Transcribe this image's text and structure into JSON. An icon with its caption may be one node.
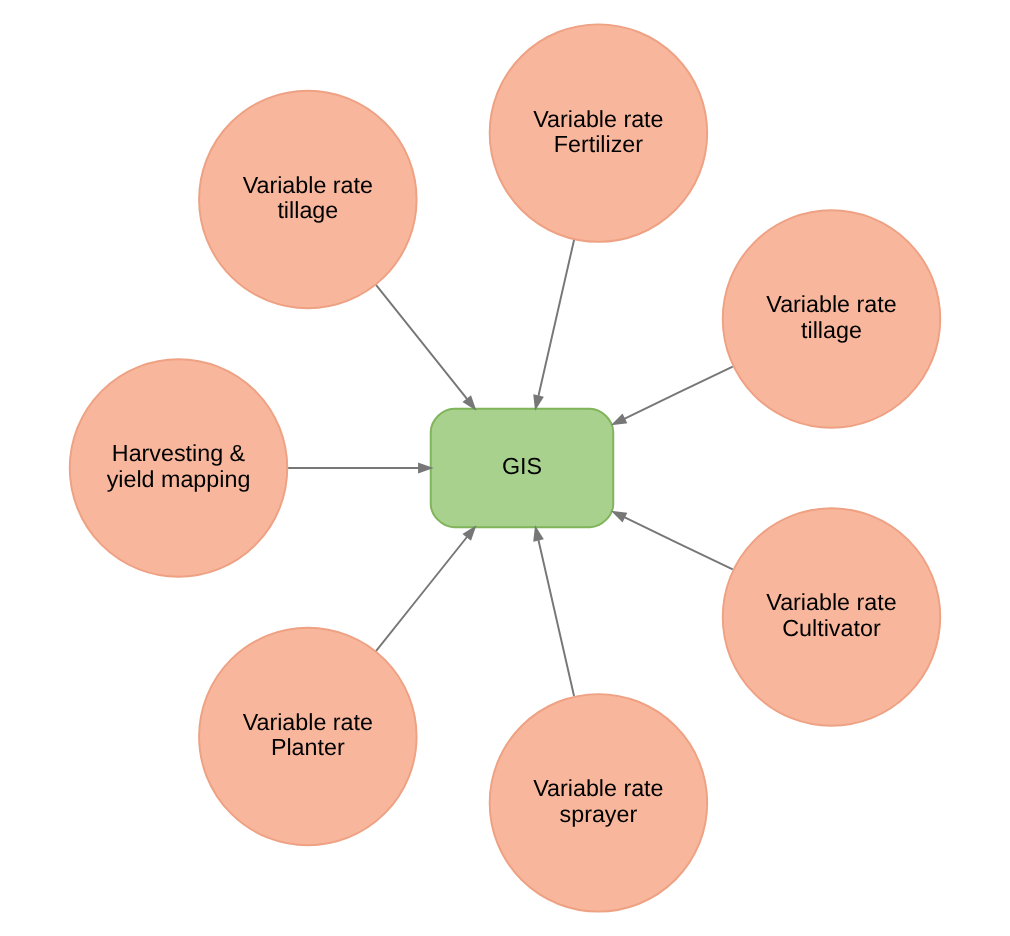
{
  "diagram": {
    "nodes": [
      {
        "text": [
          "Variable rate tillage"
        ]
      },
      {
        "text": [
          "Variable rate Fertilizer"
        ]
      },
      {
        "text": [
          "Variable rate tillage"
        ]
      },
      {
        "text": [
          "GIS"
        ]
      },
      {
        "text": [
          "Harvesting & yield mapping"
        ]
      },
      {
        "text": [
          "Variable rate Planter"
        ]
      },
      {
        "text": [
          "Variable rate sprayer"
        ]
      },
      {
        "text": [
          "Variable rate Cultivator"
        ]
      }
    ],
    "edges": [
      {
        "from": 0,
        "to": 3,
        "arrow": "to"
      },
      {
        "from": 1,
        "to": 3,
        "arrow": "to"
      },
      {
        "from": 2,
        "to": 3,
        "arrow": "to"
      },
      {
        "from": 4,
        "to": 3,
        "arrow": "to"
      },
      {
        "from": 5,
        "to": 3,
        "arrow": "to"
      },
      {
        "from": 6,
        "to": 3,
        "arrow": "to"
      },
      {
        "from": 7,
        "to": 3,
        "arrow": "to"
      }
    ]
  }
}
